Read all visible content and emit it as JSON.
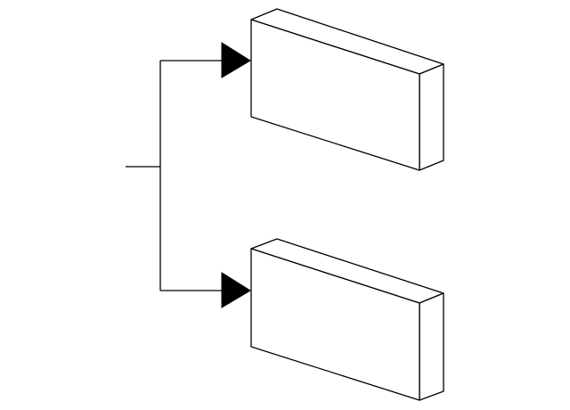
{
  "diagram": {
    "kind": "block diagram: one input line splitting into two branches, each ending in an arrow pointing at a 3D box",
    "nodes": [
      {
        "id": "block-upper",
        "shape": "3d-box",
        "label": ""
      },
      {
        "id": "block-lower",
        "shape": "3d-box",
        "label": ""
      }
    ],
    "edges": [
      {
        "from": "input",
        "to": "block-upper",
        "arrow": "filled-triangle"
      },
      {
        "from": "input",
        "to": "block-lower",
        "arrow": "filled-triangle"
      }
    ],
    "colors": {
      "stroke": "#000000",
      "fill": "#ffffff",
      "arrow": "#000000"
    }
  }
}
